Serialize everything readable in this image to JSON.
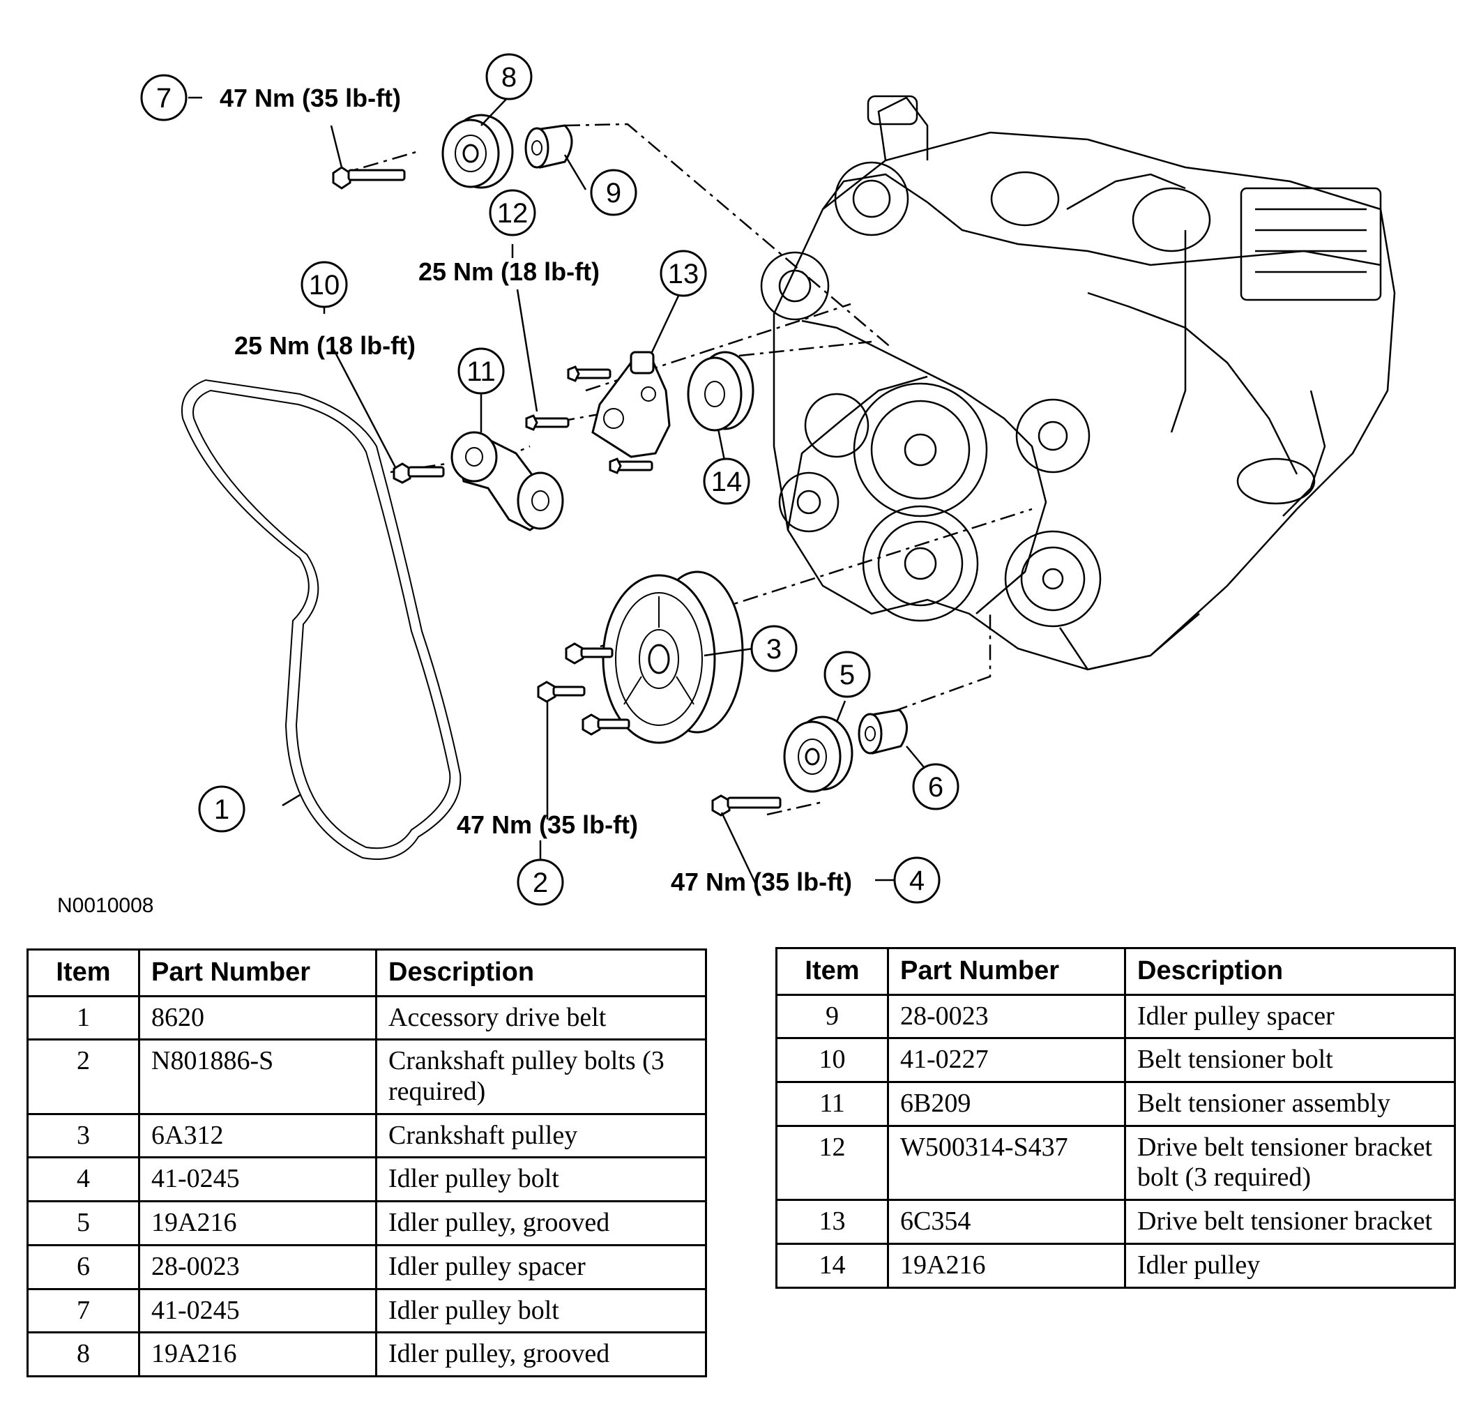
{
  "figure_id": "N0010008",
  "callouts": {
    "c1": "1",
    "c2": "2",
    "c3": "3",
    "c4": "4",
    "c5": "5",
    "c6": "6",
    "c7": "7",
    "c8": "8",
    "c9": "9",
    "c10": "10",
    "c11": "11",
    "c12": "12",
    "c13": "13",
    "c14": "14"
  },
  "torques": {
    "t7": "47 Nm (35 lb-ft)",
    "t12": "25 Nm (18 lb-ft)",
    "t10": "25 Nm (18 lb-ft)",
    "t2": "47 Nm (35 lb-ft)",
    "t4": "47 Nm (35 lb-ft)"
  },
  "table_headers": {
    "item": "Item",
    "part_number": "Part Number",
    "description": "Description"
  },
  "table_left": [
    {
      "item": "1",
      "part": "8620",
      "desc": "Accessory drive belt"
    },
    {
      "item": "2",
      "part": "N801886-S",
      "desc": "Crankshaft pulley bolts (3 required)"
    },
    {
      "item": "3",
      "part": "6A312",
      "desc": "Crankshaft pulley"
    },
    {
      "item": "4",
      "part": "41-0245",
      "desc": "Idler pulley bolt"
    },
    {
      "item": "5",
      "part": "19A216",
      "desc": "Idler pulley, grooved"
    },
    {
      "item": "6",
      "part": "28-0023",
      "desc": "Idler pulley spacer"
    },
    {
      "item": "7",
      "part": "41-0245",
      "desc": "Idler pulley bolt"
    },
    {
      "item": "8",
      "part": "19A216",
      "desc": "Idler pulley, grooved"
    }
  ],
  "table_right": [
    {
      "item": "9",
      "part": "28-0023",
      "desc": "Idler pulley spacer"
    },
    {
      "item": "10",
      "part": "41-0227",
      "desc": "Belt tensioner bolt"
    },
    {
      "item": "11",
      "part": "6B209",
      "desc": "Belt tensioner assembly"
    },
    {
      "item": "12",
      "part": "W500314-S437",
      "desc": "Drive belt tensioner bracket bolt (3 required)"
    },
    {
      "item": "13",
      "part": "6C354",
      "desc": "Drive belt tensioner bracket"
    },
    {
      "item": "14",
      "part": "19A216",
      "desc": "Idler pulley"
    }
  ]
}
